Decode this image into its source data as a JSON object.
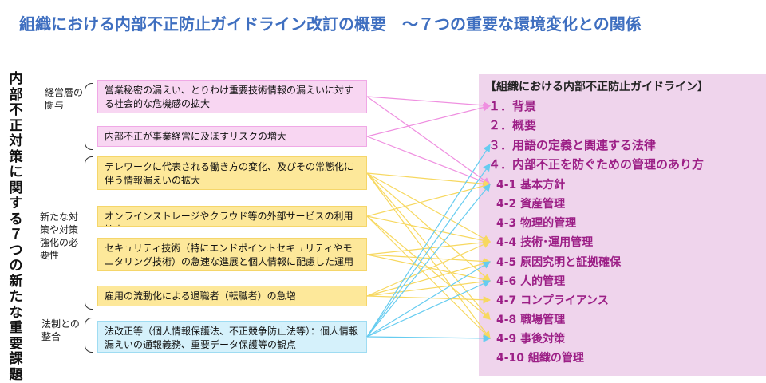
{
  "title": "組織における内部不正防止ガイドライン改訂の概要　～７つの重要な環境変化との関係",
  "vertical_title": "内部不正対策に関する７つの新たな重要課題",
  "groups": [
    {
      "label": "経営層の関与"
    },
    {
      "label": "新たな対策や対策強化の必要性"
    },
    {
      "label": "法制との整合"
    }
  ],
  "changes": [
    {
      "text": "営業秘密の漏えい、とりわけ重要技術情報の漏えいに対する社会的な危機感の拡大",
      "color": "#ef8fe0"
    },
    {
      "text": "内部不正が事業経営に及ぼすリスクの増大",
      "color": "#ef8fe0"
    },
    {
      "text": "テレワークに代表される働き方の変化、及びその常態化に伴う情報漏えいの拡大",
      "color": "#f7d860"
    },
    {
      "text": "オンラインストレージやクラウド等の外部サービスの利用拡大",
      "color": "#f7d860"
    },
    {
      "text": "セキュリティ技術（特にエンドポイントセキュリティやモニタリング技術）の急速な進展と個人情報に配慮した運用",
      "color": "#f7d860"
    },
    {
      "text": "雇用の流動化による退職者（転職者）の急増",
      "color": "#f7d860"
    },
    {
      "text": "法改正等（個人情報保護法、不正競争防止法等）：個人情報漏えいの通報義務、重要データ保護等の観点",
      "color": "#66ccf0"
    }
  ],
  "guideline": {
    "title": "【組織における内部不正防止ガイドライン】",
    "items": [
      "１．背景",
      "２．概要",
      "３．用語の定義と関連する法律",
      "４．内部不正を防ぐための管理のあり方",
      "4-1 基本方針",
      "4-2 資産管理",
      "4-3 物理的管理",
      "4-4 技術･運用管理",
      "4-5 原因究明と証拠確保",
      "4-6 人的管理",
      "4-7 コンプライアンス",
      "4-8 職場管理",
      "4-9 事後対策",
      "4-10 組織の管理"
    ]
  },
  "links": [
    {
      "from": 0,
      "to": [
        0,
        4
      ]
    },
    {
      "from": 1,
      "to": [
        0,
        4
      ]
    },
    {
      "from": 2,
      "to": [
        4,
        7,
        9,
        11,
        12
      ]
    },
    {
      "from": 3,
      "to": [
        4,
        7,
        11,
        12
      ]
    },
    {
      "from": 4,
      "to": [
        7,
        8,
        9
      ]
    },
    {
      "from": 5,
      "to": [
        7,
        8,
        9,
        10
      ]
    },
    {
      "from": 6,
      "to": [
        2,
        3,
        4,
        8,
        9,
        12
      ]
    }
  ]
}
